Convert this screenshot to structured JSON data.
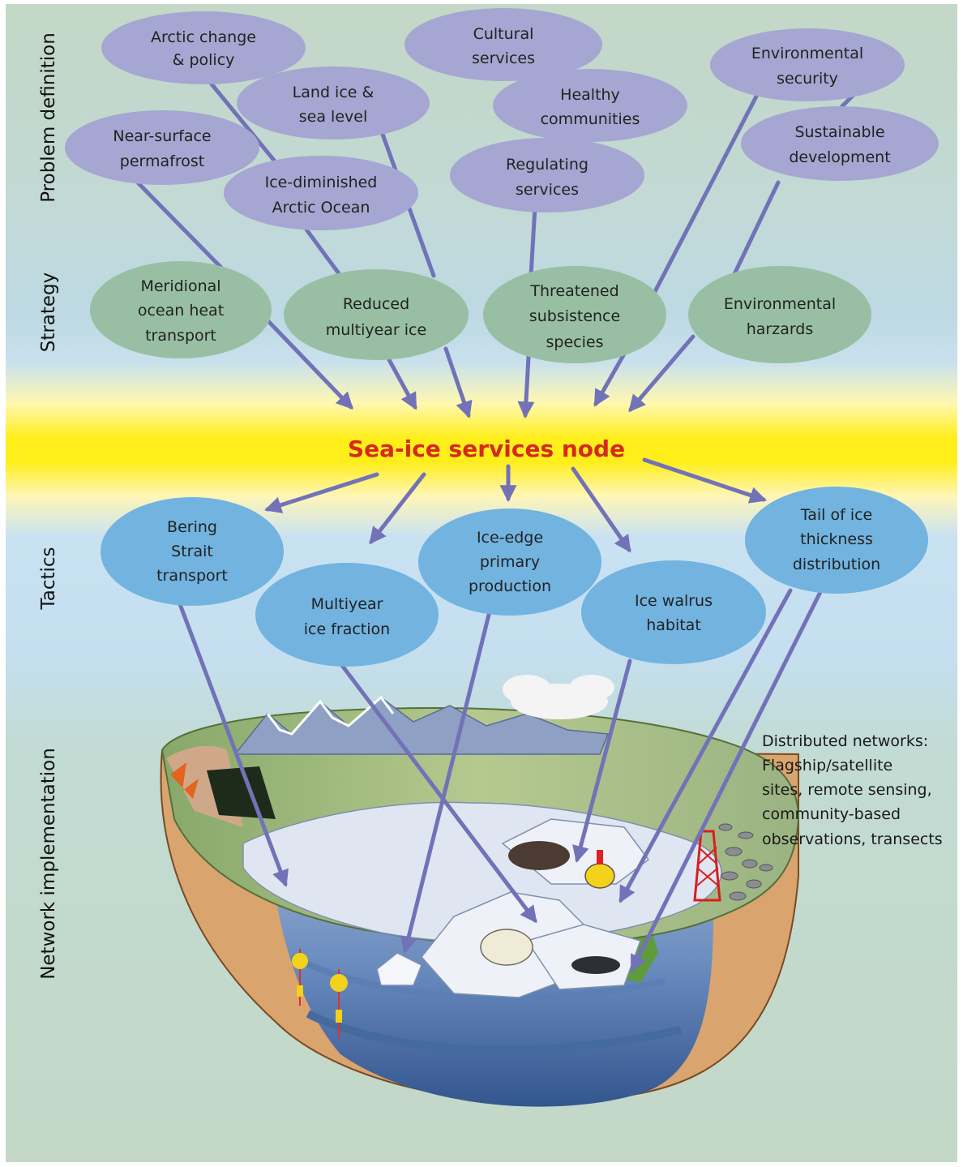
{
  "side_labels": {
    "problem": "Problem definition",
    "strategy": "Strategy",
    "tactics": "Tactics",
    "network": "Network implementation"
  },
  "node_title": "Sea-ice services node",
  "problem_definition": {
    "arctic_change": [
      "Arctic change",
      "& policy"
    ],
    "cultural": [
      "Cultural",
      "services"
    ],
    "environmental_security": [
      "Environmental",
      "security"
    ],
    "land_ice": [
      "Land ice &",
      "sea level"
    ],
    "healthy": [
      "Healthy",
      "communities"
    ],
    "near_surface": [
      "Near-surface",
      "permafrost"
    ],
    "sustainable": [
      "Sustainable",
      "development"
    ],
    "regulating": [
      "Regulating",
      "services"
    ],
    "ice_diminished": [
      "Ice-diminished",
      "Arctic Ocean"
    ]
  },
  "strategy": {
    "meridional": [
      "Meridional",
      "ocean heat",
      "transport"
    ],
    "reduced": [
      "Reduced",
      "multiyear ice"
    ],
    "threatened": [
      "Threatened",
      "subsistence",
      "species"
    ],
    "hazards": [
      "Environmental",
      "harzards"
    ]
  },
  "tactics": {
    "bering": [
      "Bering",
      "Strait",
      "transport"
    ],
    "multiyear": [
      "Multiyear",
      "ice fraction"
    ],
    "ice_edge": [
      "Ice-edge",
      "primary",
      "production"
    ],
    "walrus": [
      "Ice walrus",
      "habitat"
    ],
    "tail": [
      "Tail of ice",
      "thickness",
      "distribution"
    ]
  },
  "network_note": [
    "Distributed networks:",
    "Flagship/satellite",
    "sites, remote sensing,",
    "community-based",
    "observations, transects"
  ],
  "colors": {
    "problem_fill": "#a6a6d2",
    "strategy_fill": "#98bfa3",
    "tactics_fill": "#72b3e0",
    "arrow": "#7272b8",
    "node_text": "#d42a1c",
    "band_yellow": "#ffee1a"
  },
  "icons": [
    "arctic-landscape-block",
    "walrus-icon",
    "polar-bear-icon",
    "seal-icon",
    "buoy-icon",
    "tower-icon",
    "mooring-icon"
  ]
}
